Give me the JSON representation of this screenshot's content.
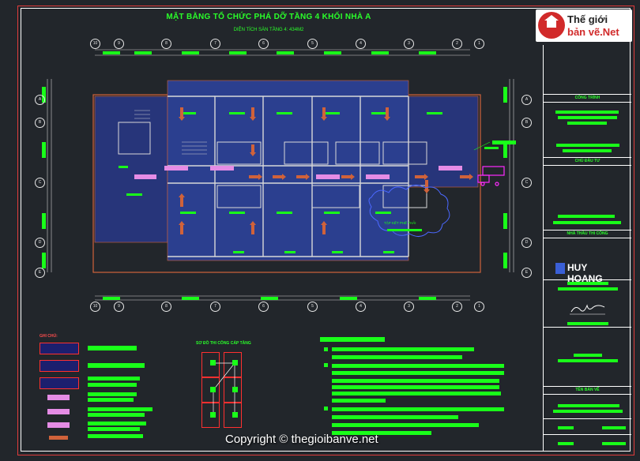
{
  "drawing": {
    "title": "MẶT BẰNG TỔ CHỨC PHÁ DỠ TẦNG 4 KHỐI NHÀ A",
    "subtitle": "DIỆN TÍCH SÀN TẦNG 4: 434M2"
  },
  "logo": {
    "line1": "Thế giới",
    "line2": "bản vẽ.Net"
  },
  "title_block": {
    "headers": [
      "CÔNG TRÌNH",
      "CHỦ ĐẦU TƯ",
      "NHÀ THẦU THI CÔNG",
      "TÊN BẢN VẼ"
    ],
    "contractor_logo": "HUY HOANG"
  },
  "grid": {
    "columns": [
      "10",
      "9",
      "8",
      "7",
      "6",
      "5",
      "4",
      "3",
      "2",
      "1"
    ],
    "rows": [
      "A",
      "B",
      "C",
      "D",
      "E"
    ]
  },
  "plan": {
    "annotation": "TẬP KẾT PHẾ THẢI"
  },
  "legend": {
    "title": "GHI CHÚ:"
  },
  "diagram": {
    "title": "SƠ ĐỒ THI CÔNG CÁP TẦNG"
  },
  "watermark": "Copyright © thegioibanve.net",
  "colors": {
    "line_green": "#19ff19",
    "frame_red": "#e03b3b",
    "slab_blue": "#2b3f8f",
    "arrow": "#d0623a",
    "pink": "#e58ce5"
  }
}
